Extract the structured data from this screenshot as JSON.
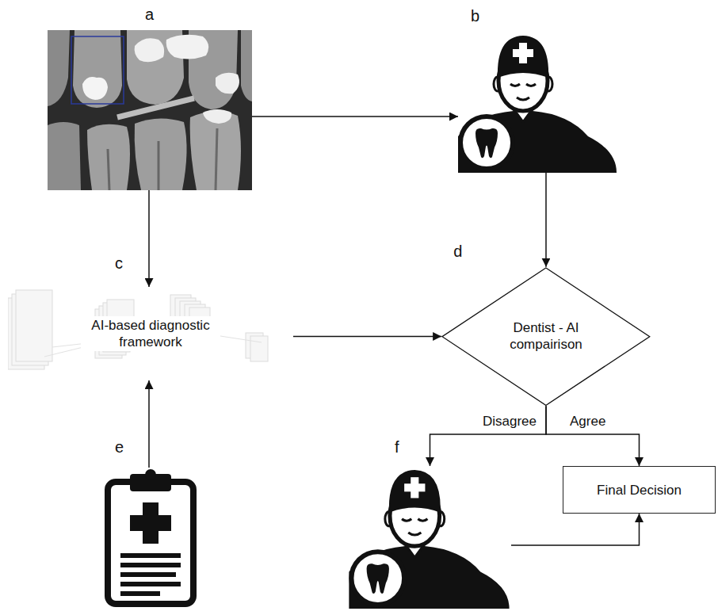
{
  "diagram": {
    "nodes": [
      {
        "text": [
          "a"
        ]
      },
      {
        "text": [
          "b"
        ]
      },
      {
        "text": [
          "c",
          "AI-based diagnostic framework"
        ]
      },
      {
        "text": [
          "d",
          "Dentist - AI compairison"
        ]
      },
      {
        "text": [
          "e"
        ]
      },
      {
        "text": [
          "f"
        ]
      },
      {
        "text": [
          "Final Decision"
        ]
      }
    ],
    "edges": [
      {
        "from": 0,
        "to": 1,
        "arrow": "to"
      },
      {
        "from": 0,
        "to": 2,
        "arrow": "to"
      },
      {
        "from": 1,
        "to": 3,
        "arrow": "to"
      },
      {
        "from": 2,
        "to": 3,
        "arrow": "to"
      },
      {
        "from": 4,
        "to": 2,
        "arrow": "to"
      },
      {
        "from": 3,
        "to": 5,
        "label": "Disagree",
        "arrow": "to"
      },
      {
        "from": 3,
        "to": 6,
        "label": "Agree",
        "arrow": "to"
      },
      {
        "from": 5,
        "to": 6,
        "arrow": "to"
      }
    ]
  }
}
